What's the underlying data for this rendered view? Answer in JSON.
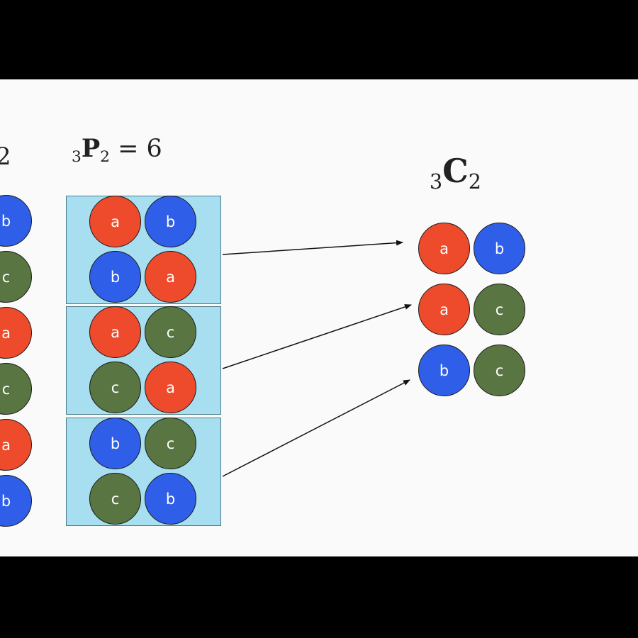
{
  "colors": {
    "a": "#ee4a2c",
    "b": "#2f5fe8",
    "c": "#587542",
    "box": "#a7dff0",
    "frame": "#000000",
    "slide": "#fafafa"
  },
  "left_partial": {
    "label_suffix": "2",
    "balls": [
      "b",
      "c",
      "a",
      "c",
      "a",
      "b"
    ]
  },
  "permutations": {
    "label_pre": "3",
    "label_main": "P",
    "label_sub": "2",
    "label_eq": " = 6",
    "groups": [
      [
        [
          "a",
          "b"
        ],
        [
          "b",
          "a"
        ]
      ],
      [
        [
          "a",
          "c"
        ],
        [
          "c",
          "a"
        ]
      ],
      [
        [
          "b",
          "c"
        ],
        [
          "c",
          "b"
        ]
      ]
    ]
  },
  "combinations": {
    "label_pre": "3",
    "label_main": "C",
    "label_sub": "2",
    "rows": [
      [
        "a",
        "b"
      ],
      [
        "a",
        "c"
      ],
      [
        "b",
        "c"
      ]
    ]
  }
}
